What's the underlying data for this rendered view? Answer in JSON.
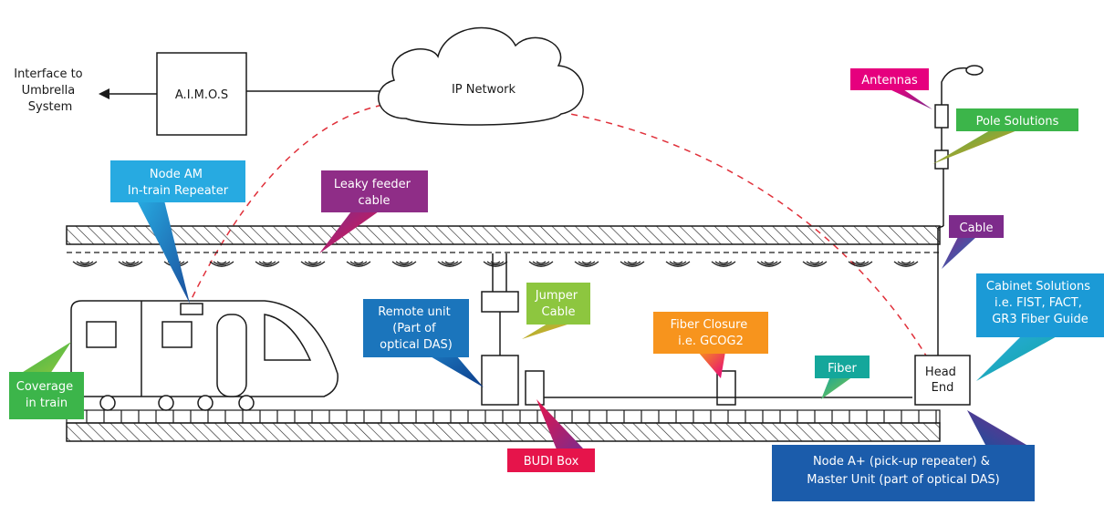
{
  "labels": {
    "interface_line1": "Interface to",
    "interface_line2": "Umbrella",
    "interface_line3": "System",
    "aimos": "A.I.M.O.S",
    "ip_network": "IP Network",
    "head_end_line1": "Head",
    "head_end_line2": "End"
  },
  "callouts": {
    "antennas": "Antennas",
    "pole_solutions": "Pole Solutions",
    "cable": "Cable",
    "node_am_line1": "Node AM",
    "node_am_line2": "In-train Repeater",
    "leaky_line1": "Leaky feeder",
    "leaky_line2": "cable",
    "cabinet_line1": "Cabinet Solutions",
    "cabinet_line2": "i.e. FIST, FACT,",
    "cabinet_line3": "GR3 Fiber Guide",
    "remote_line1": "Remote unit",
    "remote_line2": "(Part of",
    "remote_line3": "optical DAS)",
    "jumper_line1": "Jumper",
    "jumper_line2": "Cable",
    "closure_line1": "Fiber Closure",
    "closure_line2": "i.e. GCOG2",
    "fiber": "Fiber",
    "coverage_line1": "Coverage",
    "coverage_line2": "in train",
    "budi": "BUDI Box",
    "node_aplus_line1": "Node A+ (pick-up repeater) &",
    "node_aplus_line2": "Master Unit (part of optical DAS)"
  },
  "colors": {
    "line": "#1a1a1a",
    "dashed_arc": "#e0303a",
    "magenta": "#e6007e",
    "green": "#3cb54a",
    "orange": "#f7941d",
    "purple": "#7d2b8b",
    "blue": "#1b75bc",
    "sky": "#27aae1",
    "teal": "#14a79b",
    "navy": "#0d3c8a",
    "pink_red": "#e6144b"
  }
}
